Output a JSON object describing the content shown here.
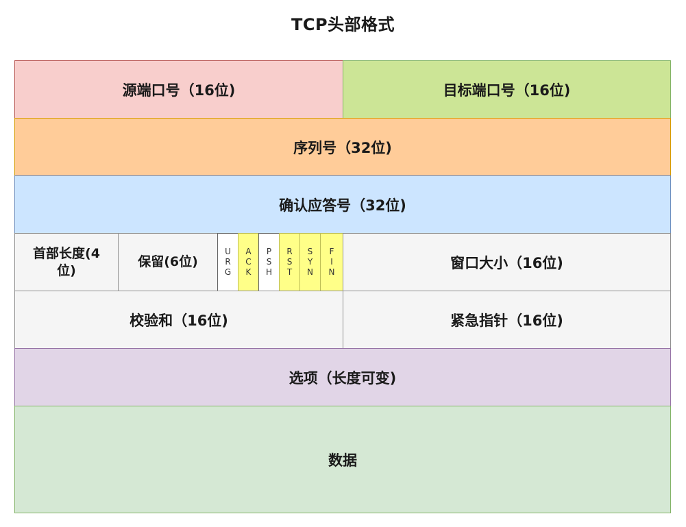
{
  "title": "TCP头部格式",
  "colors": {
    "source_port": "#f8cecc",
    "dest_port": "#cce596",
    "sequence": "#ffcc99",
    "ack_number": "#cce5ff",
    "gray_field": "#f5f5f5",
    "flag_yellow": "#ffff88",
    "flag_white": "#ffffff",
    "options": "#e1d5e7",
    "data": "#d5e8d4"
  },
  "rows": {
    "row1": {
      "source_port": "源端口号（16位)",
      "dest_port": "目标端口号（16位)"
    },
    "row2": {
      "sequence": "序列号（32位)"
    },
    "row3": {
      "ack_number": "确认应答号（32位)"
    },
    "row4": {
      "header_length": "首部长度(4位)",
      "reserved": "保留(6位)",
      "flags": [
        {
          "name": "URG",
          "letters": [
            "U",
            "R",
            "G"
          ],
          "highlight": false
        },
        {
          "name": "ACK",
          "letters": [
            "A",
            "C",
            "K"
          ],
          "highlight": true
        },
        {
          "name": "PSH",
          "letters": [
            "P",
            "S",
            "H"
          ],
          "highlight": false
        },
        {
          "name": "RST",
          "letters": [
            "R",
            "S",
            "T"
          ],
          "highlight": true
        },
        {
          "name": "SYN",
          "letters": [
            "S",
            "Y",
            "N"
          ],
          "highlight": true
        },
        {
          "name": "FIN",
          "letters": [
            "F",
            "I",
            "N"
          ],
          "highlight": true
        }
      ],
      "window": "窗口大小（16位)"
    },
    "row5": {
      "checksum": "校验和（16位)",
      "urgent": "紧急指针（16位)"
    },
    "row6": {
      "options": "选项（长度可变)"
    },
    "row7": {
      "data": "数据"
    }
  }
}
